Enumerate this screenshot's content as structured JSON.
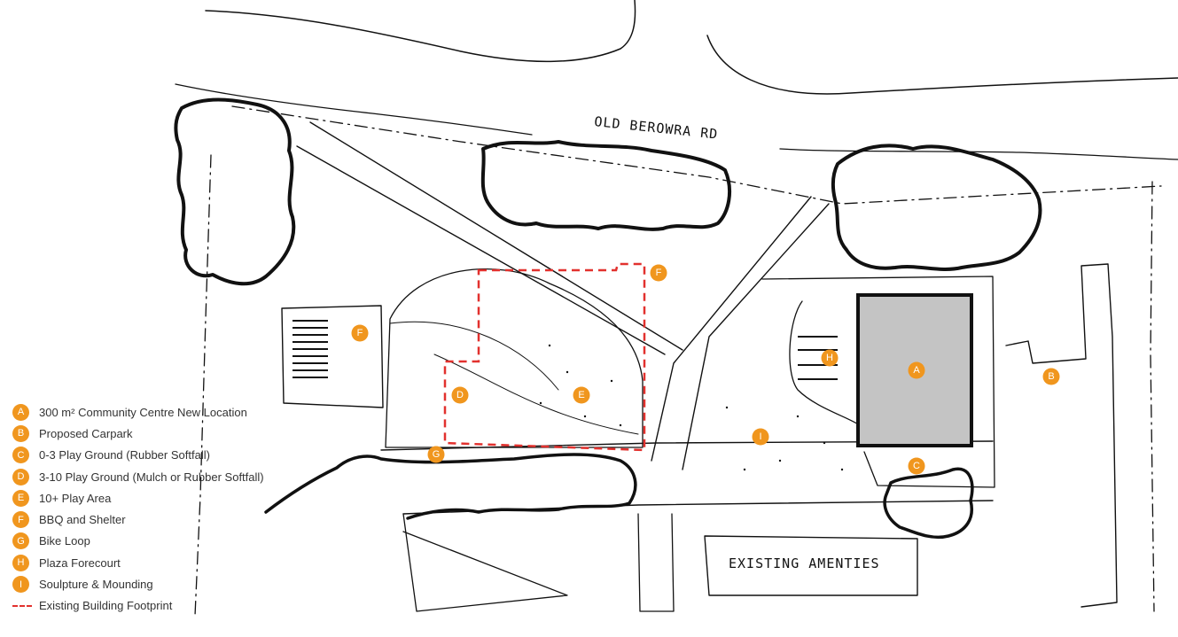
{
  "street_label": "OLD BEROWRA RD",
  "existing_label": "EXISTING AMENTIES",
  "accent_color": "#f0961e",
  "footprint_color": "#e2312e",
  "markers": [
    {
      "id": "A",
      "letter": "A"
    },
    {
      "id": "B",
      "letter": "B"
    },
    {
      "id": "C",
      "letter": "C"
    },
    {
      "id": "D",
      "letter": "D"
    },
    {
      "id": "E",
      "letter": "E"
    },
    {
      "id": "F1",
      "letter": "F"
    },
    {
      "id": "F2",
      "letter": "F"
    },
    {
      "id": "G",
      "letter": "G"
    },
    {
      "id": "H",
      "letter": "H"
    },
    {
      "id": "I",
      "letter": "I"
    }
  ],
  "legend": [
    {
      "letter": "A",
      "label": "300 m² Community Centre New Location"
    },
    {
      "letter": "B",
      "label": "Proposed Carpark"
    },
    {
      "letter": "C",
      "label": "0-3 Play Ground (Rubber Softfall)"
    },
    {
      "letter": "D",
      "label": "3-10 Play Ground (Mulch or Rubber Softfall)"
    },
    {
      "letter": "E",
      "label": "10+ Play Area"
    },
    {
      "letter": "F",
      "label": "BBQ and Shelter"
    },
    {
      "letter": "G",
      "label": "Bike Loop"
    },
    {
      "letter": "H",
      "label": "Plaza Forecourt"
    },
    {
      "letter": "I",
      "label": "Soulpture & Mounding"
    }
  ],
  "footprint_legend_label": "Existing Building Footprint"
}
